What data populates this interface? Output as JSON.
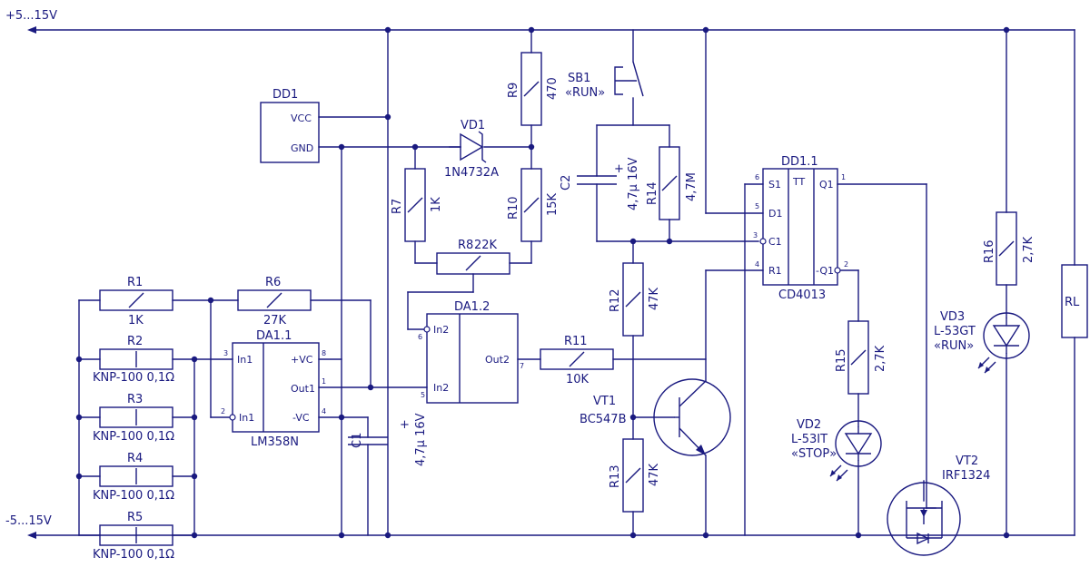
{
  "rails": {
    "pos": "+5...15V",
    "neg": "-5...15V"
  },
  "dd1": {
    "ref": "DD1",
    "vcc": "VCC",
    "gnd": "GND"
  },
  "r1": {
    "ref": "R1",
    "val": "1K"
  },
  "r2": {
    "ref": "R2",
    "val": "KNP-100 0,1Ω"
  },
  "r3": {
    "ref": "R3",
    "val": "KNP-100 0,1Ω"
  },
  "r4": {
    "ref": "R4",
    "val": "KNP-100 0,1Ω"
  },
  "r5": {
    "ref": "R5",
    "val": "KNP-100 0,1Ω"
  },
  "r6": {
    "ref": "R6",
    "val": "27K"
  },
  "r7": {
    "ref": "R7",
    "val": "1K"
  },
  "r8": {
    "ref": "R8",
    "val": "22K"
  },
  "r9": {
    "ref": "R9",
    "val": "470"
  },
  "r10": {
    "ref": "R10",
    "val": "15K"
  },
  "r11": {
    "ref": "R11",
    "val": "10K"
  },
  "r12": {
    "ref": "R12",
    "val": "47K"
  },
  "r13": {
    "ref": "R13",
    "val": "47K"
  },
  "r14": {
    "ref": "R14",
    "val": "4,7M"
  },
  "r15": {
    "ref": "R15",
    "val": "2,7K"
  },
  "r16": {
    "ref": "R16",
    "val": "2,7K"
  },
  "vd1": {
    "ref": "VD1",
    "val": "1N4732A"
  },
  "c1": {
    "ref": "C1",
    "val": "4,7µ 16V",
    "plus": "+"
  },
  "c2": {
    "ref": "C2",
    "val": "4,7µ 16V",
    "plus": "+"
  },
  "sb1": {
    "ref": "SB1",
    "val": "«RUN»"
  },
  "da11": {
    "ref": "DA1.1",
    "part": "LM358N",
    "in1p": "In1",
    "in1n": "In1",
    "vcc_p": "+VC",
    "vcc_n": "-VC",
    "out": "Out1",
    "p3": "3",
    "p2": "2",
    "p8": "8",
    "p1": "1",
    "p4": "4"
  },
  "da12": {
    "ref": "DA1.2",
    "in2n": "In2",
    "in2p": "In2",
    "out": "Out2",
    "p6": "6",
    "p5": "5",
    "p7": "7"
  },
  "vt1": {
    "ref": "VT1",
    "val": "BC547B"
  },
  "vt2": {
    "ref": "VT2",
    "val": "IRF1324"
  },
  "dd11": {
    "ref": "DD1.1",
    "part": "CD4013",
    "tt": "TT",
    "s1": "S1",
    "d1": "D1",
    "c1": "C1",
    "r1": "R1",
    "q1": "Q1",
    "nq1": "-Q1",
    "p6": "6",
    "p5": "5",
    "p3": "3",
    "p4": "4",
    "p1": "1",
    "p2": "2"
  },
  "vd2": {
    "ref": "VD2",
    "val": "L-53IT",
    "sub": "«STOP»"
  },
  "vd3": {
    "ref": "VD3",
    "val": "L-53GT",
    "sub": "«RUN»"
  },
  "rl": {
    "ref": "RL"
  }
}
